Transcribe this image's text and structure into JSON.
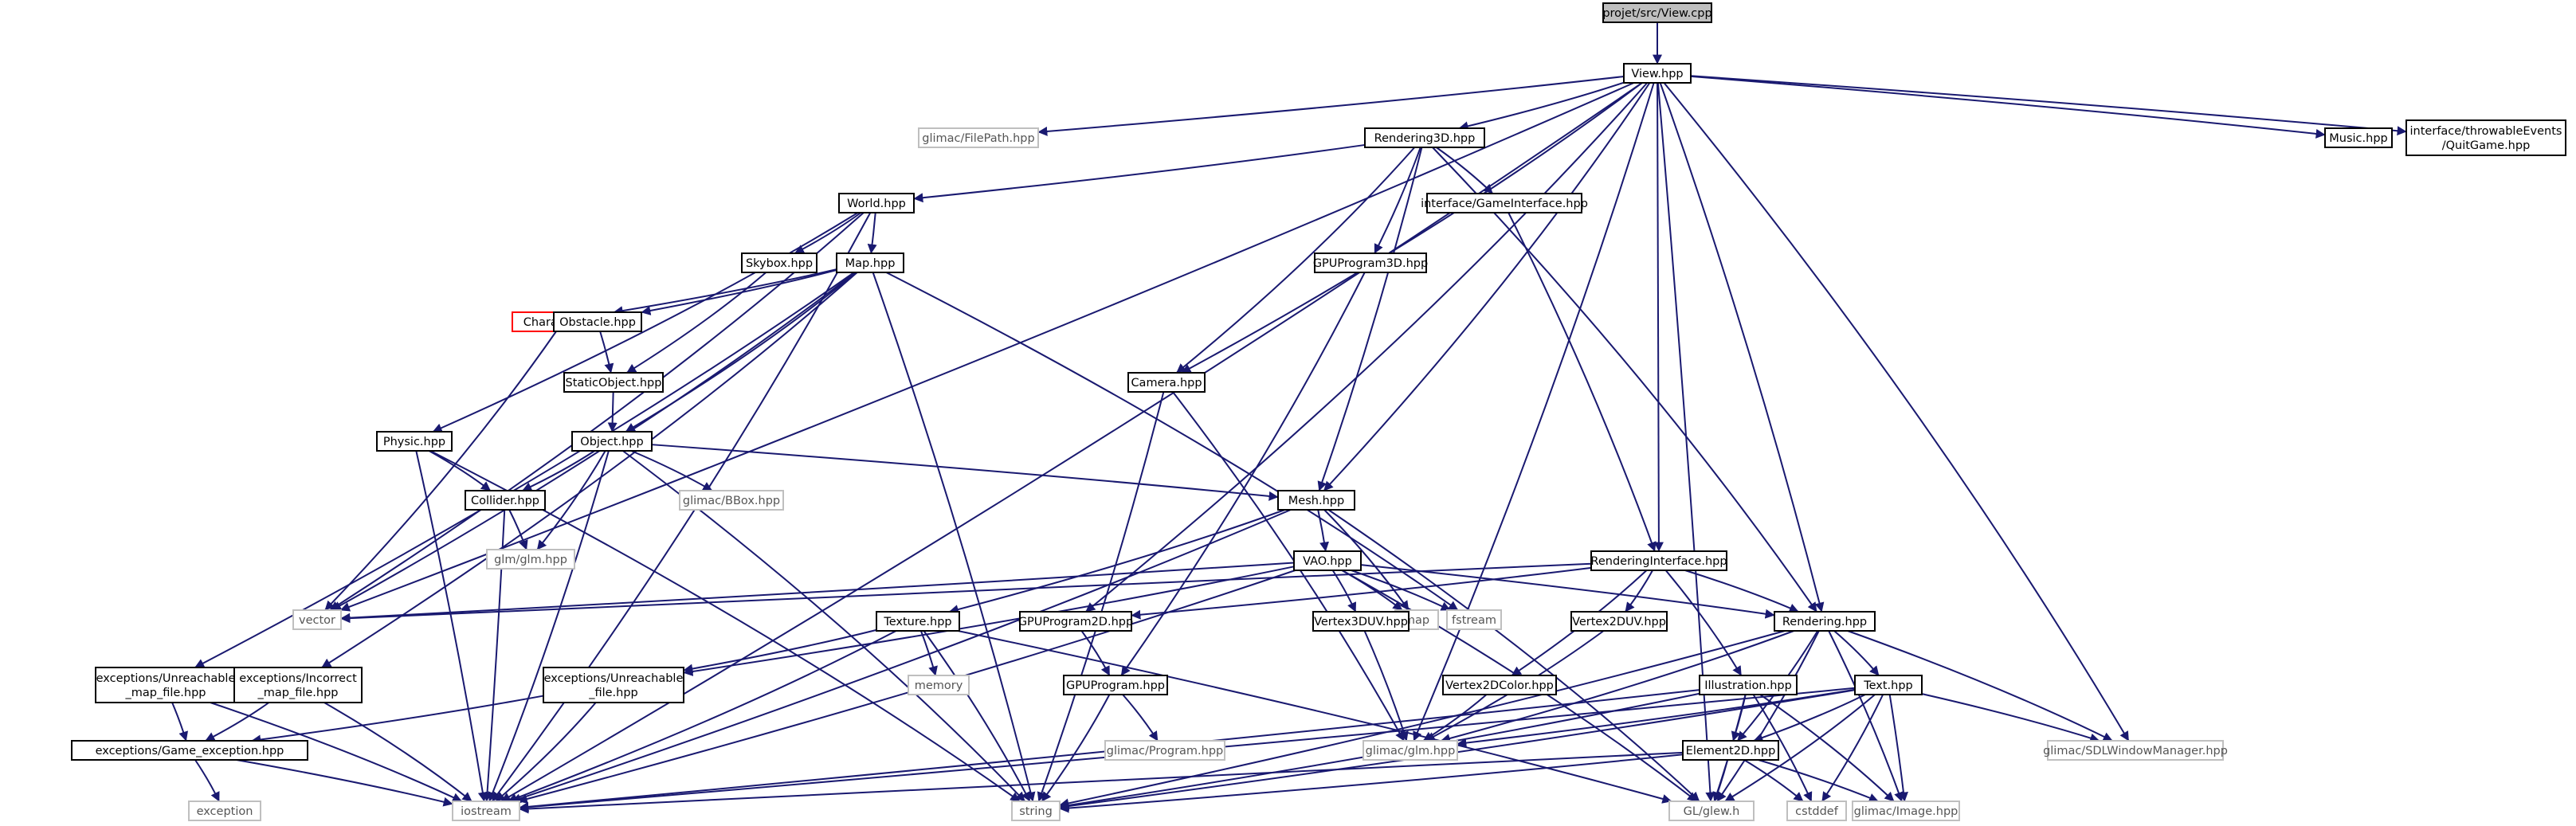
{
  "colors": {
    "edge": "#191970",
    "node_border": "#000000",
    "external_border": "#bfbfbf",
    "root_fill": "#bfbfbf",
    "highlight_border": "#ff0000"
  },
  "nodes": [
    {
      "id": "view_cpp",
      "lines": [
        "projet/src/View.cpp"
      ],
      "kind": "root"
    },
    {
      "id": "view_hpp",
      "lines": [
        "View.hpp"
      ],
      "kind": "internal"
    },
    {
      "id": "glimac_filepath",
      "lines": [
        "glimac/FilePath.hpp"
      ],
      "kind": "external"
    },
    {
      "id": "rendering3d",
      "lines": [
        "Rendering3D.hpp"
      ],
      "kind": "internal"
    },
    {
      "id": "music",
      "lines": [
        "Music.hpp"
      ],
      "kind": "internal"
    },
    {
      "id": "quitgame",
      "lines": [
        "interface/throwableEvents",
        "/QuitGame.hpp"
      ],
      "kind": "internal"
    },
    {
      "id": "world",
      "lines": [
        "World.hpp"
      ],
      "kind": "internal"
    },
    {
      "id": "gameinterface",
      "lines": [
        "interface/GameInterface.hpp"
      ],
      "kind": "internal"
    },
    {
      "id": "map",
      "lines": [
        "Map.hpp"
      ],
      "kind": "internal"
    },
    {
      "id": "skybox",
      "lines": [
        "Skybox.hpp"
      ],
      "kind": "internal"
    },
    {
      "id": "gpuprogram3d",
      "lines": [
        "GPUProgram3D.hpp"
      ],
      "kind": "internal"
    },
    {
      "id": "character",
      "lines": [
        "Character.hpp"
      ],
      "kind": "highlight"
    },
    {
      "id": "obstacle",
      "lines": [
        "Obstacle.hpp"
      ],
      "kind": "internal"
    },
    {
      "id": "staticobject",
      "lines": [
        "StaticObject.hpp"
      ],
      "kind": "internal"
    },
    {
      "id": "camera",
      "lines": [
        "Camera.hpp"
      ],
      "kind": "internal"
    },
    {
      "id": "physic",
      "lines": [
        "Physic.hpp"
      ],
      "kind": "internal"
    },
    {
      "id": "object",
      "lines": [
        "Object.hpp"
      ],
      "kind": "internal"
    },
    {
      "id": "collider",
      "lines": [
        "Collider.hpp"
      ],
      "kind": "internal"
    },
    {
      "id": "glimac_bbox",
      "lines": [
        "glimac/BBox.hpp"
      ],
      "kind": "external"
    },
    {
      "id": "mesh",
      "lines": [
        "Mesh.hpp"
      ],
      "kind": "internal"
    },
    {
      "id": "glm_glm",
      "lines": [
        "glm/glm.hpp"
      ],
      "kind": "external"
    },
    {
      "id": "vao",
      "lines": [
        "VAO.hpp"
      ],
      "kind": "internal"
    },
    {
      "id": "renderinginterface",
      "lines": [
        "RenderingInterface.hpp"
      ],
      "kind": "internal"
    },
    {
      "id": "vector",
      "lines": [
        "vector"
      ],
      "kind": "external"
    },
    {
      "id": "map_std",
      "lines": [
        "map"
      ],
      "kind": "external"
    },
    {
      "id": "fstream",
      "lines": [
        "fstream"
      ],
      "kind": "external"
    },
    {
      "id": "texture",
      "lines": [
        "Texture.hpp"
      ],
      "kind": "internal"
    },
    {
      "id": "gpuprogram2d",
      "lines": [
        "GPUProgram2D.hpp"
      ],
      "kind": "internal"
    },
    {
      "id": "vertex3duv",
      "lines": [
        "Vertex3DUV.hpp"
      ],
      "kind": "internal"
    },
    {
      "id": "vertex2duv",
      "lines": [
        "Vertex2DUV.hpp"
      ],
      "kind": "internal"
    },
    {
      "id": "rendering",
      "lines": [
        "Rendering.hpp"
      ],
      "kind": "internal"
    },
    {
      "id": "unreach_map",
      "lines": [
        "exceptions/Unreachable",
        "_map_file.hpp"
      ],
      "kind": "internal"
    },
    {
      "id": "incorrect_map",
      "lines": [
        "exceptions/Incorrect",
        "_map_file.hpp"
      ],
      "kind": "internal"
    },
    {
      "id": "memory",
      "lines": [
        "memory"
      ],
      "kind": "external"
    },
    {
      "id": "unreach_file",
      "lines": [
        "exceptions/Unreachable",
        "_file.hpp"
      ],
      "kind": "internal"
    },
    {
      "id": "gpuprogram",
      "lines": [
        "GPUProgram.hpp"
      ],
      "kind": "internal"
    },
    {
      "id": "vertex2dcolor",
      "lines": [
        "Vertex2DColor.hpp"
      ],
      "kind": "internal"
    },
    {
      "id": "illustration",
      "lines": [
        "Illustration.hpp"
      ],
      "kind": "internal"
    },
    {
      "id": "text",
      "lines": [
        "Text.hpp"
      ],
      "kind": "internal"
    },
    {
      "id": "game_exception",
      "lines": [
        "exceptions/Game_exception.hpp"
      ],
      "kind": "internal"
    },
    {
      "id": "glimac_program",
      "lines": [
        "glimac/Program.hpp"
      ],
      "kind": "external"
    },
    {
      "id": "glimac_glm",
      "lines": [
        "glimac/glm.hpp"
      ],
      "kind": "external"
    },
    {
      "id": "element2d",
      "lines": [
        "Element2D.hpp"
      ],
      "kind": "internal"
    },
    {
      "id": "sdlwindow",
      "lines": [
        "glimac/SDLWindowManager.hpp"
      ],
      "kind": "external"
    },
    {
      "id": "exception",
      "lines": [
        "exception"
      ],
      "kind": "external"
    },
    {
      "id": "iostream",
      "lines": [
        "iostream"
      ],
      "kind": "external"
    },
    {
      "id": "string",
      "lines": [
        "string"
      ],
      "kind": "external"
    },
    {
      "id": "glew",
      "lines": [
        "GL/glew.h"
      ],
      "kind": "external"
    },
    {
      "id": "cstddef",
      "lines": [
        "cstddef"
      ],
      "kind": "external"
    },
    {
      "id": "glimac_image",
      "lines": [
        "glimac/Image.hpp"
      ],
      "kind": "external"
    }
  ],
  "edges": [
    [
      "view_cpp",
      "view_hpp"
    ],
    [
      "view_hpp",
      "glimac_filepath"
    ],
    [
      "view_hpp",
      "rendering3d"
    ],
    [
      "view_hpp",
      "music"
    ],
    [
      "view_hpp",
      "quitgame"
    ],
    [
      "view_hpp",
      "camera"
    ],
    [
      "view_hpp",
      "gpuprogram2d"
    ],
    [
      "view_hpp",
      "mesh"
    ],
    [
      "view_hpp",
      "renderinginterface"
    ],
    [
      "view_hpp",
      "rendering"
    ],
    [
      "view_hpp",
      "vector"
    ],
    [
      "view_hpp",
      "iostream"
    ],
    [
      "view_hpp",
      "sdlwindow"
    ],
    [
      "view_hpp",
      "glew"
    ],
    [
      "view_hpp",
      "glimac_glm"
    ],
    [
      "rendering3d",
      "world"
    ],
    [
      "rendering3d",
      "gameinterface"
    ],
    [
      "rendering3d",
      "gpuprogram3d"
    ],
    [
      "rendering3d",
      "camera"
    ],
    [
      "rendering3d",
      "mesh"
    ],
    [
      "rendering3d",
      "rendering"
    ],
    [
      "world",
      "map"
    ],
    [
      "world",
      "skybox"
    ],
    [
      "world",
      "physic"
    ],
    [
      "world",
      "vector"
    ],
    [
      "world",
      "iostream"
    ],
    [
      "map",
      "character"
    ],
    [
      "map",
      "obstacle"
    ],
    [
      "map",
      "object"
    ],
    [
      "map",
      "vector"
    ],
    [
      "map",
      "string"
    ],
    [
      "map",
      "fstream"
    ],
    [
      "map",
      "unreach_map"
    ],
    [
      "map",
      "incorrect_map"
    ],
    [
      "skybox",
      "staticobject"
    ],
    [
      "obstacle",
      "staticobject"
    ],
    [
      "staticobject",
      "object"
    ],
    [
      "character",
      "vector"
    ],
    [
      "gameinterface",
      "renderinginterface"
    ],
    [
      "gpuprogram3d",
      "gpuprogram"
    ],
    [
      "camera",
      "string"
    ],
    [
      "camera",
      "glimac_glm"
    ],
    [
      "physic",
      "collider"
    ],
    [
      "physic",
      "iostream"
    ],
    [
      "physic",
      "string"
    ],
    [
      "object",
      "collider"
    ],
    [
      "object",
      "glimac_bbox"
    ],
    [
      "object",
      "mesh"
    ],
    [
      "object",
      "glm_glm"
    ],
    [
      "object",
      "iostream"
    ],
    [
      "object",
      "string"
    ],
    [
      "collider",
      "glm_glm"
    ],
    [
      "collider",
      "iostream"
    ],
    [
      "mesh",
      "vao"
    ],
    [
      "mesh",
      "texture"
    ],
    [
      "mesh",
      "map_std"
    ],
    [
      "mesh",
      "iostream"
    ],
    [
      "mesh",
      "glew"
    ],
    [
      "vao",
      "vector"
    ],
    [
      "vao",
      "map_std"
    ],
    [
      "vao",
      "fstream"
    ],
    [
      "vao",
      "vertex3duv"
    ],
    [
      "vao",
      "rendering"
    ],
    [
      "vao",
      "unreach_file"
    ],
    [
      "vao",
      "iostream"
    ],
    [
      "vao",
      "glew"
    ],
    [
      "renderinginterface",
      "gpuprogram2d"
    ],
    [
      "renderinginterface",
      "vertex2duv"
    ],
    [
      "renderinginterface",
      "rendering"
    ],
    [
      "renderinginterface",
      "vertex2dcolor"
    ],
    [
      "renderinginterface",
      "illustration"
    ],
    [
      "renderinginterface",
      "vector"
    ],
    [
      "texture",
      "memory"
    ],
    [
      "texture",
      "unreach_file"
    ],
    [
      "texture",
      "string"
    ],
    [
      "texture",
      "iostream"
    ],
    [
      "texture",
      "glew"
    ],
    [
      "gpuprogram2d",
      "gpuprogram"
    ],
    [
      "vertex3duv",
      "glimac_glm"
    ],
    [
      "vertex2duv",
      "glimac_glm"
    ],
    [
      "vertex2dcolor",
      "glimac_glm"
    ],
    [
      "rendering",
      "text"
    ],
    [
      "rendering",
      "element2d"
    ],
    [
      "rendering",
      "sdlwindow"
    ],
    [
      "rendering",
      "glimac_glm"
    ],
    [
      "rendering",
      "string"
    ],
    [
      "rendering",
      "glew"
    ],
    [
      "rendering",
      "glimac_image"
    ],
    [
      "unreach_map",
      "game_exception"
    ],
    [
      "unreach_map",
      "iostream"
    ],
    [
      "incorrect_map",
      "game_exception"
    ],
    [
      "incorrect_map",
      "iostream"
    ],
    [
      "unreach_file",
      "game_exception"
    ],
    [
      "unreach_file",
      "iostream"
    ],
    [
      "gpuprogram",
      "glimac_program"
    ],
    [
      "gpuprogram",
      "string"
    ],
    [
      "illustration",
      "element2d"
    ],
    [
      "illustration",
      "glew"
    ],
    [
      "illustration",
      "glimac_image"
    ],
    [
      "illustration",
      "string"
    ],
    [
      "illustration",
      "cstddef"
    ],
    [
      "illustration",
      "iostream"
    ],
    [
      "text",
      "element2d"
    ],
    [
      "text",
      "sdlwindow"
    ],
    [
      "text",
      "glimac_glm"
    ],
    [
      "text",
      "glimac_image"
    ],
    [
      "text",
      "string"
    ],
    [
      "text",
      "glew"
    ],
    [
      "text",
      "iostream"
    ],
    [
      "text",
      "cstddef"
    ],
    [
      "element2d",
      "iostream"
    ],
    [
      "element2d",
      "string"
    ],
    [
      "element2d",
      "glew"
    ],
    [
      "element2d",
      "cstddef"
    ],
    [
      "element2d",
      "glimac_image"
    ],
    [
      "game_exception",
      "exception"
    ],
    [
      "game_exception",
      "iostream"
    ]
  ]
}
